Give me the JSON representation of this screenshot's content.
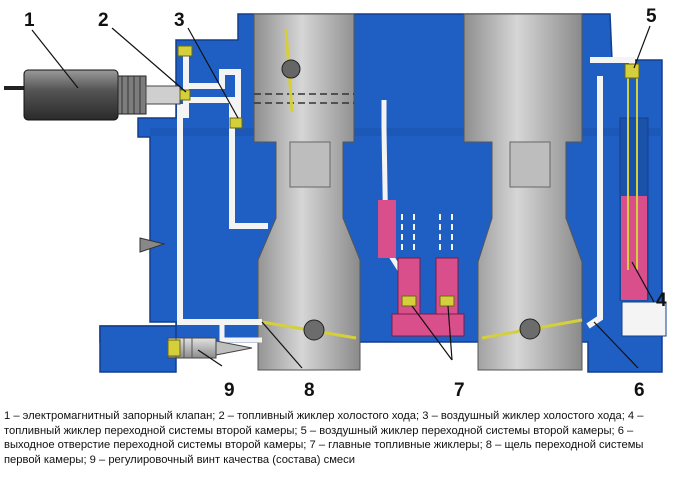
{
  "colors": {
    "body": "#1f5fc4",
    "body_dark": "#123f8d",
    "channel": "#f4f4f4",
    "metal": "#c8c8c8",
    "fuel": "#d94f8c",
    "jet": "#c9c934"
  },
  "callouts": [
    {
      "id": "1",
      "label": "1"
    },
    {
      "id": "2",
      "label": "2"
    },
    {
      "id": "3",
      "label": "3"
    },
    {
      "id": "4",
      "label": "4"
    },
    {
      "id": "5",
      "label": "5"
    },
    {
      "id": "6",
      "label": "6"
    },
    {
      "id": "7",
      "label": "7"
    },
    {
      "id": "8",
      "label": "8"
    },
    {
      "id": "9",
      "label": "9"
    }
  ],
  "caption": "1 – электромагнитный запорный клапан; 2 – топливный жиклер холостого хода; 3 – воздушный жиклер холостого хода; 4 – топливный жиклер переходной системы второй камеры; 5 – воздушный жиклер переходной системы второй камеры; 6 – выходное отверстие переходной системы второй камеры; 7 – главные топливные жиклеры; 8 – щель переходной системы первой камеры; 9 – регулировочный винт качества (состава) смеси"
}
